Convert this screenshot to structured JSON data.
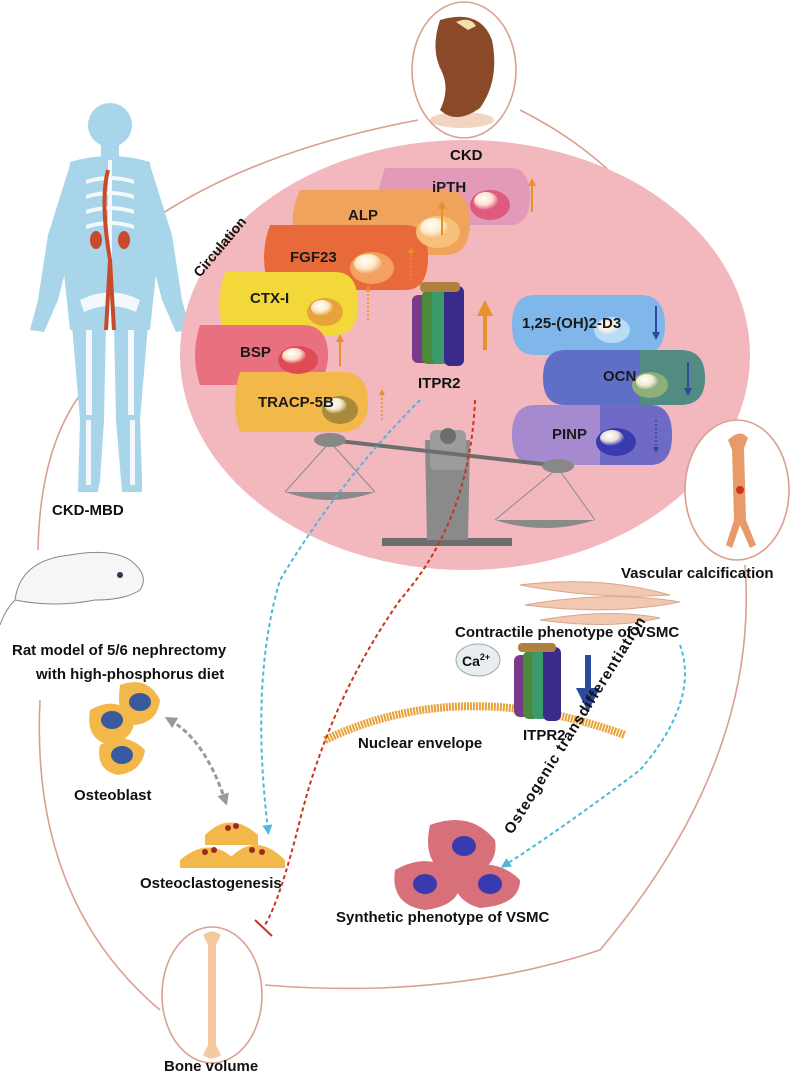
{
  "labels": {
    "ckd": "CKD",
    "ckd_mbd": "CKD-MBD",
    "circulation": "Circulation",
    "itpr2_top": "ITPR2",
    "itpr2_bottom": "ITPR2",
    "vascular_calcification": "Vascular calcification",
    "contractile": "Contractile phenotype of VSMC",
    "nuclear_envelope": "Nuclear envelope",
    "ca_ion": "Ca",
    "ca_charge": "2+",
    "osteogenic": "Osteogenic transdifferentiation",
    "synthetic": "Synthetic phenotype of VSMC",
    "rat_model_line1": "Rat model of 5/6 nephrectomy",
    "rat_model_line2": "with high-phosphorus diet",
    "osteoblast": "Osteoblast",
    "osteoclastogenesis": "Osteoclastogenesis",
    "bone_volume": "Bone volume"
  },
  "markers_left": [
    {
      "name": "iPTH",
      "trend": "up",
      "color": "#e39ab8"
    },
    {
      "name": "ALP",
      "trend": "up",
      "color": "#f0a35a"
    },
    {
      "name": "FGF23",
      "trend": "up",
      "color": "#e86a3a"
    },
    {
      "name": "CTX-I",
      "trend": "up",
      "color": "#f3d83a"
    },
    {
      "name": "BSP",
      "trend": "up",
      "color": "#e9707e"
    },
    {
      "name": "TRACP-5B",
      "trend": "up",
      "color": "#f2b84a"
    }
  ],
  "markers_right": [
    {
      "name": "1,25-(OH)2-D3",
      "trend": "down",
      "color": "#7fb7ea"
    },
    {
      "name": "OCN",
      "trend": "down",
      "color": "#5f6fc8"
    },
    {
      "name": "PINP",
      "trend": "down",
      "color": "#a58ad0"
    }
  ],
  "colors": {
    "circle_fill": "#f2b8bd",
    "outline": "#d9a08f",
    "up_arrow": "#e8902a",
    "down_arrow": "#2e4a9e",
    "red_dashed": "#c8351e",
    "blue_dashed": "#4fb7d9"
  }
}
